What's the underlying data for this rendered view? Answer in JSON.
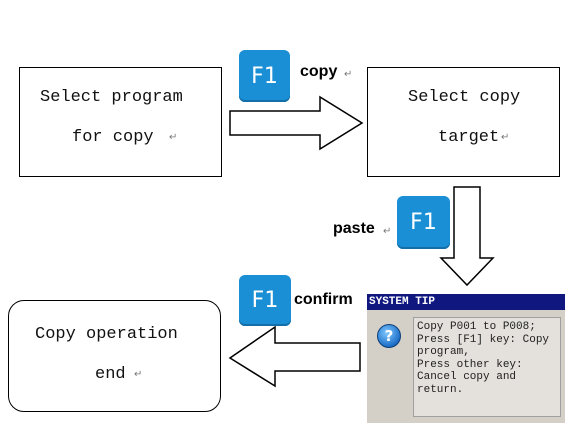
{
  "boxes": {
    "select_program": {
      "line1": "Select program",
      "line2": "for copy"
    },
    "select_target": {
      "line1": "Select copy",
      "line2": "target"
    },
    "copy_end": {
      "line1": "Copy operation",
      "line2": "end"
    }
  },
  "return_mark": "↵",
  "keys": {
    "copy": {
      "key": "F1",
      "label": "copy"
    },
    "paste": {
      "key": "F1",
      "label": "paste"
    },
    "confirm": {
      "key": "F1",
      "label": "confirm"
    }
  },
  "dialog": {
    "title": "SYSTEM TIP",
    "icon": "help-icon",
    "icon_glyph": "?",
    "lines": [
      "Copy P001 to P008;",
      "Press [F1] key: Copy",
      "program,",
      "Press other key:",
      "Cancel copy and",
      "return."
    ]
  }
}
